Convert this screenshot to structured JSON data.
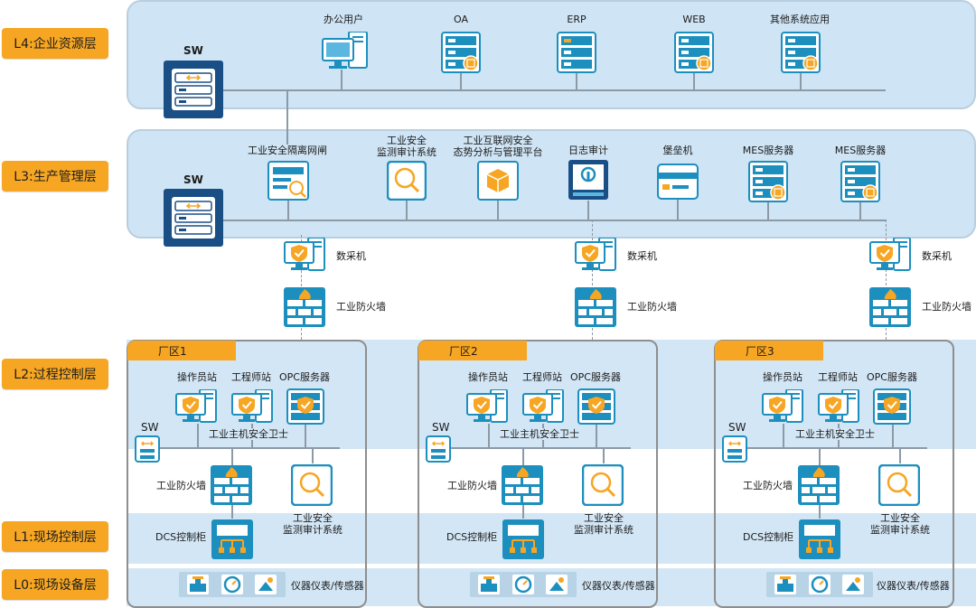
{
  "layers": {
    "l4": "L4:企业资源层",
    "l3": "L3:生产管理层",
    "l2": "L2:过程控制层",
    "l1": "L1:现场控制层",
    "l0": "L0:现场设备层"
  },
  "sw_label": "SW",
  "l4_devices": [
    "办公用户",
    "OA",
    "ERP",
    "WEB",
    "其他系统应用"
  ],
  "l3_devices": {
    "gateway": "工业安全隔离网闸",
    "audit": "工业安全\n监测审计系统",
    "platform": "工业互联网安全\n态势分析与管理平台",
    "log": "日志审计",
    "bastion": "堡垒机",
    "mes1": "MES服务器",
    "mes2": "MES服务器"
  },
  "collector": "数采机",
  "firewall": "工业防火墙",
  "zones": [
    {
      "name": "厂区1"
    },
    {
      "name": "厂区2"
    },
    {
      "name": "厂区3"
    }
  ],
  "zone_labels": {
    "operator": "操作员站",
    "engineer": "工程师站",
    "opc": "OPC服务器",
    "host_guard": "工业主机安全卫士",
    "firewall": "工业防火墙",
    "audit": "工业安全\n监测审计系统",
    "dcs": "DCS控制柜",
    "instruments": "仪器仪表/传感器"
  },
  "colors": {
    "accent": "#f6a623",
    "navy": "#1a4f86",
    "teal": "#1c8fbe",
    "panel": "#cfe4f4"
  }
}
